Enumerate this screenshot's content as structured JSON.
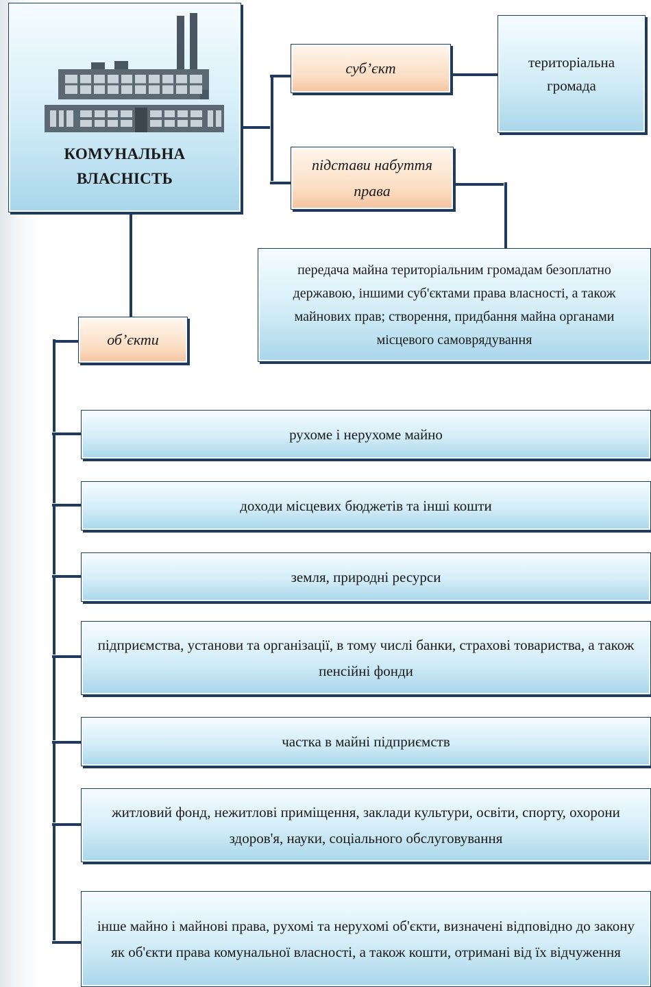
{
  "main": {
    "title_line1": "КОМУНАЛЬНА",
    "title_line2": "ВЛАСНІСТЬ",
    "image_icon": "factory-icon"
  },
  "subject": {
    "label": "суб’єкт",
    "value_line1": "територіальна",
    "value_line2": "громада"
  },
  "grounds": {
    "label_line1": "підстави набуття",
    "label_line2": "права",
    "text": "передача майна територіальним громадам безоплатно державою, іншими суб'єктами права власності, а також майнових прав; створення, придбання  майна  органами місцевого  самоврядування"
  },
  "objects": {
    "label": "об’єкти",
    "items": [
      "рухоме і  нерухоме  майно",
      "доходи  місцевих бюджетів та  інші кошти",
      "земля,  природні ресурси",
      "підприємства, установи та організації, в тому числі  банки, страхові товариства,  а  також  пенсійні  фонди",
      "частка в майні підприємств",
      "житловий  фонд,  нежитлові  приміщення,  заклади культури, освіти, спорту, охорони здоров'я, науки, соціального обслуговування",
      "інше майно і майнові права, рухомі та нерухомі об'єкти, визначені  відповідно до  закону  як об'єкти права комунальної власності, а також кошти, отримані від їх відчуження"
    ]
  },
  "colors": {
    "line": "#1e3a5f",
    "box_blue": "#d3edf8",
    "box_peach": "#fbdcc1"
  }
}
